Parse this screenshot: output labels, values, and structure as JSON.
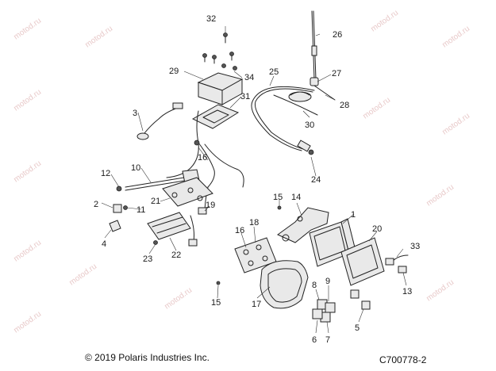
{
  "copyright": "© 2019 Polaris Industries Inc.",
  "drawing_number": "C700778-2",
  "watermark": "motod.ru",
  "callouts": [
    "1",
    "2",
    "3",
    "4",
    "5",
    "6",
    "7",
    "8",
    "9",
    "10",
    "11",
    "12",
    "13",
    "14",
    "15",
    "15",
    "16",
    "17",
    "18",
    "19",
    "20",
    "21",
    "22",
    "23",
    "24",
    "25",
    "26",
    "27",
    "28",
    "29",
    "30",
    "31",
    "32",
    "33",
    "34"
  ]
}
